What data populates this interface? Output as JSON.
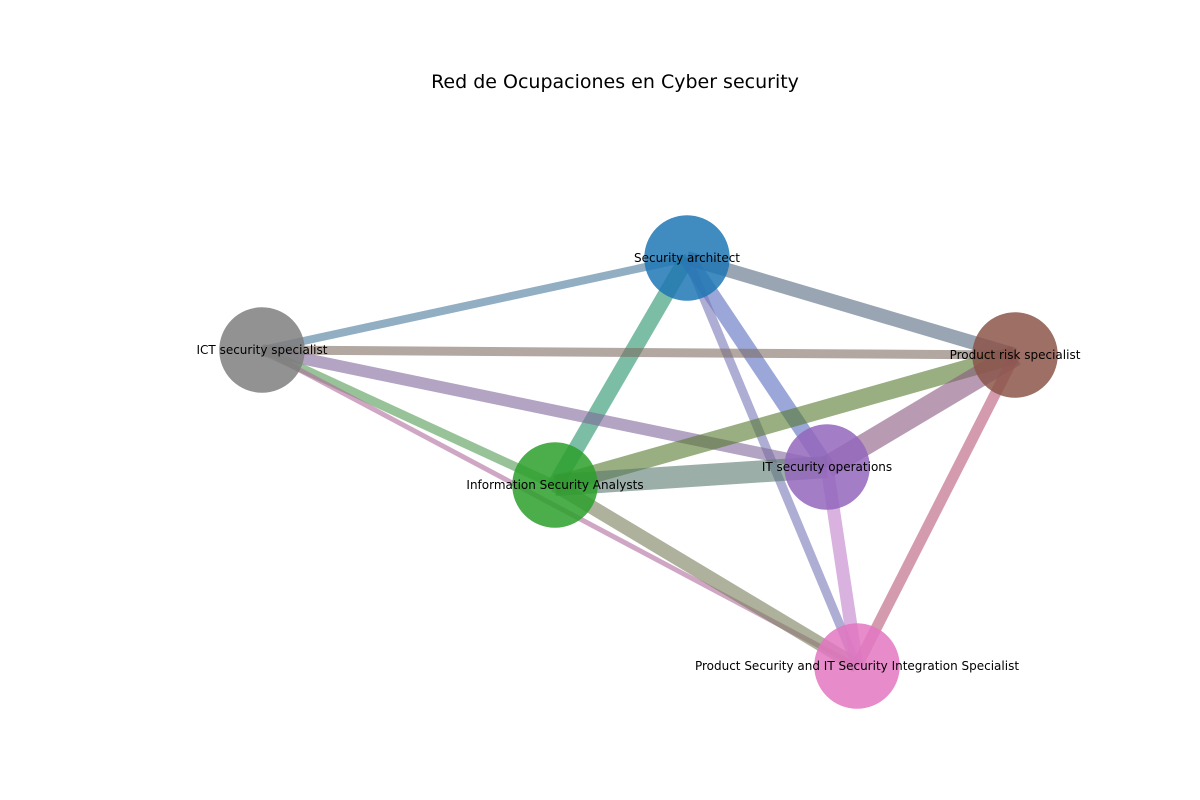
{
  "title": "Red de Ocupaciones en Cyber security",
  "nodes": [
    {
      "id": "sa",
      "label": "Security architect",
      "color": "#1f77b4"
    },
    {
      "id": "ict",
      "label": "ICT security specialist",
      "color": "#7f7f7f"
    },
    {
      "id": "prs",
      "label": "Product risk specialist",
      "color": "#8c564b"
    },
    {
      "id": "isa",
      "label": "Information Security Analysts",
      "color": "#2ca02c"
    },
    {
      "id": "itso",
      "label": "IT security operations",
      "color": "#9467bd"
    },
    {
      "id": "psit",
      "label": "Product Security and IT Security Integration Specialist",
      "color": "#e377c2"
    }
  ],
  "edges": [
    {
      "source": "sa",
      "target": "ict",
      "color": "#4a7a9c"
    },
    {
      "source": "sa",
      "target": "prs",
      "color": "#566a80"
    },
    {
      "source": "sa",
      "target": "isa",
      "color": "#26936a"
    },
    {
      "source": "sa",
      "target": "itso",
      "color": "#5a6ec0"
    },
    {
      "source": "sa",
      "target": "psit",
      "color": "#7a78b8"
    },
    {
      "source": "ict",
      "target": "prs",
      "color": "#7f6e64"
    },
    {
      "source": "ict",
      "target": "itso",
      "color": "#80699a"
    },
    {
      "source": "ict",
      "target": "isa",
      "color": "#559a55"
    },
    {
      "source": "ict",
      "target": "psit",
      "color": "#b06e9e"
    },
    {
      "source": "prs",
      "target": "isa",
      "color": "#567a2f"
    },
    {
      "source": "prs",
      "target": "itso",
      "color": "#8a5a80"
    },
    {
      "source": "prs",
      "target": "psit",
      "color": "#b85a7a"
    },
    {
      "source": "isa",
      "target": "itso",
      "color": "#5a7a6e"
    },
    {
      "source": "isa",
      "target": "psit",
      "color": "#7a7e5c"
    },
    {
      "source": "itso",
      "target": "psit",
      "color": "#c080cc"
    }
  ]
}
